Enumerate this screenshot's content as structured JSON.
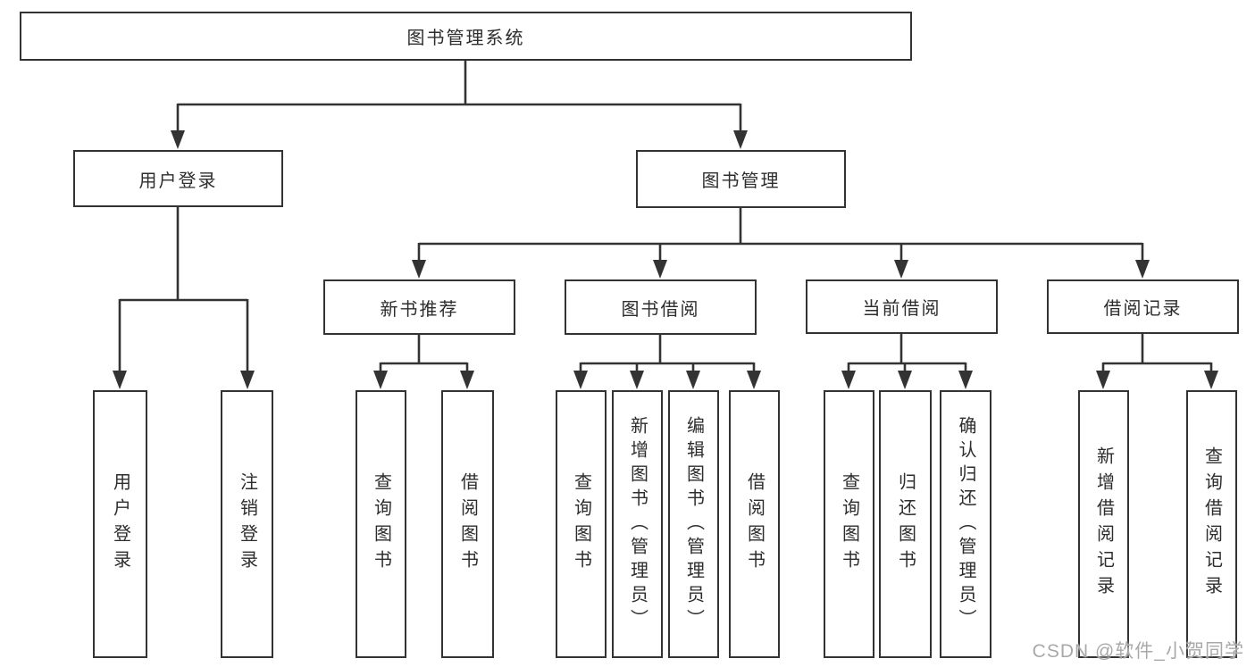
{
  "diagram": {
    "type": "hierarchy-tree",
    "title": "图书管理系统",
    "nodes": {
      "root": "图书管理系统",
      "user_login": "用户登录",
      "book_management": "图书管理",
      "new_book_recommend": "新书推荐",
      "book_borrowing": "图书借阅",
      "current_borrowing": "当前借阅",
      "borrowing_records": "借阅记录",
      "leaf_user_login": "用户登录",
      "leaf_logout": "注销登录",
      "leaf_nbr_query_books": "查询图书",
      "leaf_nbr_borrow_books": "借阅图书",
      "leaf_bb_query_books": "查询图书",
      "leaf_bb_add_books": "新增图书（管理员）",
      "leaf_bb_edit_books": "编辑图书（管理员）",
      "leaf_bb_borrow_books": "借阅图书",
      "leaf_cb_query_books": "查询图书",
      "leaf_cb_return_books": "归还图书",
      "leaf_cb_confirm_return": "确认归还（管理员）",
      "leaf_br_add_record": "新增借阅记录",
      "leaf_br_query_record": "查询借阅记录"
    },
    "edges": [
      {
        "parent": "图书管理系统",
        "children": [
          "用户登录",
          "图书管理"
        ]
      },
      {
        "parent": "用户登录",
        "children": [
          "用户登录",
          "注销登录"
        ]
      },
      {
        "parent": "图书管理",
        "children": [
          "新书推荐",
          "图书借阅",
          "当前借阅",
          "借阅记录"
        ]
      },
      {
        "parent": "新书推荐",
        "children": [
          "查询图书",
          "借阅图书"
        ]
      },
      {
        "parent": "图书借阅",
        "children": [
          "查询图书",
          "新增图书（管理员）",
          "编辑图书（管理员）",
          "借阅图书"
        ]
      },
      {
        "parent": "当前借阅",
        "children": [
          "查询图书",
          "归还图书",
          "确认归还（管理员）"
        ]
      },
      {
        "parent": "借阅记录",
        "children": [
          "新增借阅记录",
          "查询借阅记录"
        ]
      }
    ]
  },
  "watermark": "CSDN @软件_小贺同学",
  "colors": {
    "line": "#333333",
    "box_border": "#333333",
    "text": "#2d2d2d",
    "watermark": "#a9a9a9",
    "background": "#ffffff"
  }
}
